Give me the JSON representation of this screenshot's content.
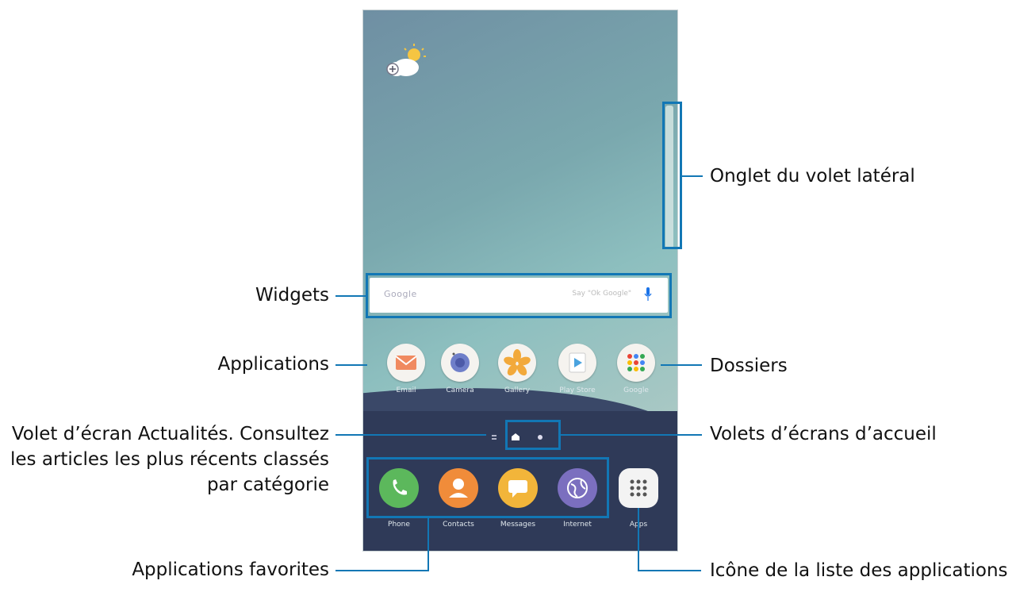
{
  "callouts": {
    "side_panel_tab": "Onglet du volet latéral",
    "widgets": "Widgets",
    "applications": "Applications",
    "folders": "Dossiers",
    "news_panel_line1": "Volet d’écran Actualités. Consultez",
    "news_panel_line2": "les articles les plus récents classés",
    "news_panel_line3": "par catégorie",
    "home_panels": "Volets d’écrans d’accueil",
    "favorite_apps": "Applications favorites",
    "apps_list_icon": "Icône de la liste des applications"
  },
  "search_widget": {
    "brand": "Google",
    "hint": "Say \"Ok Google\""
  },
  "apps": [
    {
      "name": "Email",
      "color": "#f08a60"
    },
    {
      "name": "Camera",
      "color": "#6f7fc9"
    },
    {
      "name": "Gallery",
      "color": "#f2a93b"
    },
    {
      "name": "Play Store",
      "color": "#4aa3df"
    },
    {
      "name": "Google",
      "color": "#e9e5dc"
    }
  ],
  "dock": [
    {
      "name": "Phone",
      "color": "#5cb85c"
    },
    {
      "name": "Contacts",
      "color": "#f08c3a"
    },
    {
      "name": "Messages",
      "color": "#f2b53a"
    },
    {
      "name": "Internet",
      "color": "#7b6fbf"
    },
    {
      "name": "Apps",
      "color": "#f3f3f3"
    }
  ],
  "colors": {
    "accent": "#1277b5"
  }
}
